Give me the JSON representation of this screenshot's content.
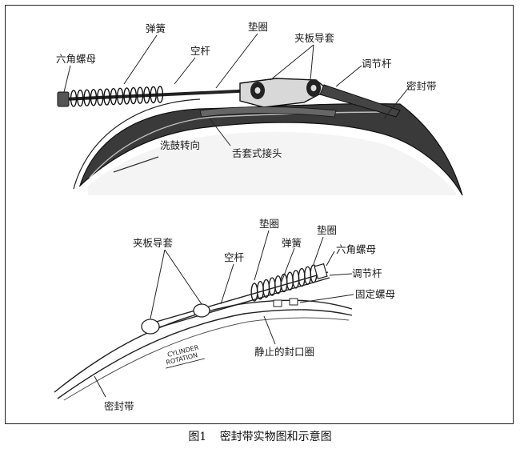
{
  "top_labels": {
    "spring": "弹簧",
    "gasket": "垫圈",
    "hex_nut": "六角螺母",
    "hollow_rod": "空杆",
    "clamp_guide": "夹板导套",
    "adjust_rod": "调节杆",
    "sealing_belt": "密封带",
    "drum_rotation": "洗鼓转向",
    "tongue_joint": "舌套式接头"
  },
  "bottom_labels": {
    "gasket1": "垫圈",
    "gasket2": "垫圈",
    "clamp_guide": "夹板导套",
    "hollow_rod": "空杆",
    "spring": "弹簧",
    "hex_nut": "六角螺母",
    "adjust_rod": "调节杆",
    "fixed_nut": "固定螺母",
    "cylinder_line1": "CYLINDER",
    "cylinder_line2": "ROTATION",
    "static_ring": "静止的封口圈",
    "sealing_belt": "密封带"
  },
  "caption": {
    "number": "图1",
    "text": "密封带实物图和示意图"
  }
}
